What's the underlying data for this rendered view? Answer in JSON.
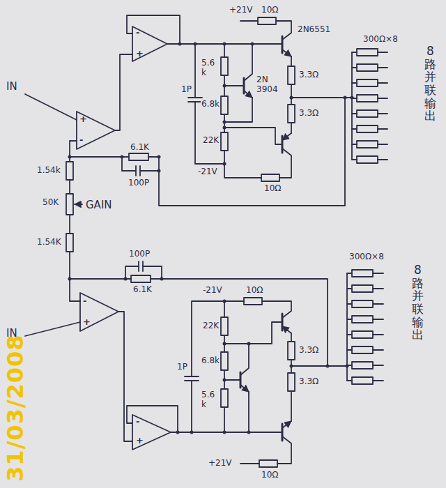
{
  "diagram": {
    "labels": [
      "+21V",
      "10Ω",
      "2N6551",
      "300Ω×8",
      "8路并联输出",
      "-",
      "+",
      "1P",
      "5.6 k",
      "6.8k",
      "2N 3904",
      "3.3Ω",
      "3.3Ω",
      "IN",
      "+",
      "-",
      "22K",
      "6.1K",
      "100P",
      "-21V",
      "10Ω",
      "1.54k",
      "50K",
      "GAIN",
      "1.54K",
      "100P",
      "6.1K",
      "-21V",
      "10Ω",
      "300Ω×8",
      "8路并联输出",
      "-",
      "+",
      "IN",
      "22K",
      "3.3Ω",
      "3.3Ω",
      "1P",
      "6.8k",
      "5.6 k",
      "-",
      "+",
      "+21V",
      "10Ω",
      "31/03/2008"
    ]
  }
}
